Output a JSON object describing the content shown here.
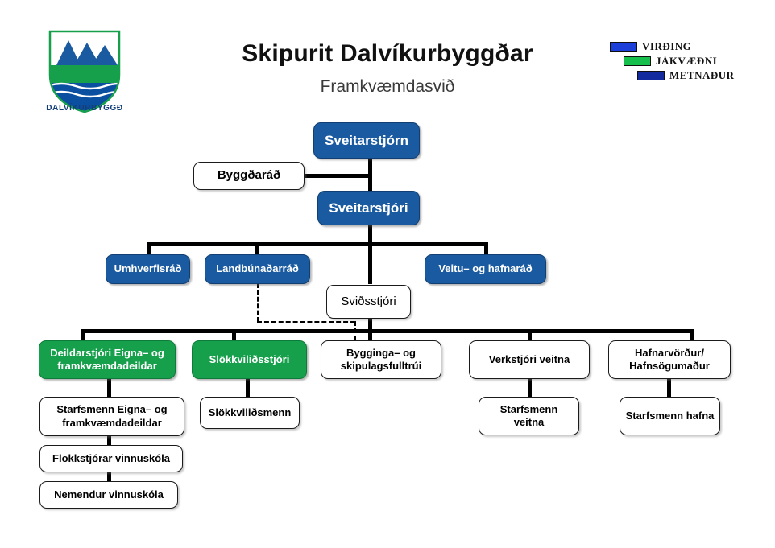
{
  "header": {
    "title": "Skipurit Dalvíkurbyggðar",
    "subtitle": "Framkvæmdasvið"
  },
  "crest_logo": {
    "name": "dalvikurbyggd-crest",
    "caption": "DALVÍKURBYGGÐ",
    "colors": {
      "mountains": "#1A5AA0",
      "field": "#17A04C",
      "water": "#0B4FA0",
      "outline": "#17A04C"
    }
  },
  "values_logo": {
    "name": "values-logo",
    "rows": [
      {
        "label": "VIRÐING",
        "color": "#1B3FD8"
      },
      {
        "label": "JÁKVÆÐNI",
        "color": "#17C04C"
      },
      {
        "label": "METNAÐUR",
        "color": "#122A9E"
      }
    ]
  },
  "palette": {
    "blue": "#1A5AA0",
    "green": "#17A04C",
    "white": "#FFFFFF",
    "line": "#000000"
  },
  "chart_data": {
    "type": "diagram",
    "diagram_kind": "org-chart",
    "title": "Skipurit Dalvíkurbyggðar",
    "subtitle": "Framkvæmdasvið",
    "nodes": [
      {
        "id": "sveitarstjorn",
        "label": "Sveitarstjórn",
        "style": "blue",
        "level": 0
      },
      {
        "id": "byggdarad",
        "label": "Byggðaráð",
        "style": "white",
        "level": 0
      },
      {
        "id": "sveitarstjori",
        "label": "Sveitarstjóri",
        "style": "blue",
        "level": 1
      },
      {
        "id": "umhverfisrad",
        "label": "Umhverfisráð",
        "style": "blue",
        "level": 2
      },
      {
        "id": "landbunadarrad",
        "label": "Landbúnaðarráð",
        "style": "blue",
        "level": 2
      },
      {
        "id": "veitu_hafnarad",
        "label": "Veitu– og hafnaráð",
        "style": "blue",
        "level": 2
      },
      {
        "id": "svidsstjori",
        "label": "Sviðsstjóri",
        "style": "plain",
        "level": 2
      },
      {
        "id": "deildarstjori",
        "label": "Deildarstjóri Eigna– og framkvæmdadeildar",
        "style": "green",
        "level": 3
      },
      {
        "id": "slokkvilidsstjori",
        "label": "Slökkviliðsstjóri",
        "style": "green",
        "level": 3
      },
      {
        "id": "bygginga",
        "label": "Bygginga– og skipulagsfulltrúi",
        "style": "white",
        "level": 3
      },
      {
        "id": "verkstjori_veitna",
        "label": "Verkstjóri veitna",
        "style": "white",
        "level": 3
      },
      {
        "id": "hafnarvordur",
        "label": "Hafnarvörður/ Hafnsögumaður",
        "style": "white",
        "level": 3
      },
      {
        "id": "starfsmenn_eigna",
        "label": "Starfsmenn Eigna– og framkvæmdadeildar",
        "style": "white",
        "level": 4
      },
      {
        "id": "slokkvilidsmenn",
        "label": "Slökkviliðsmenn",
        "style": "white",
        "level": 4
      },
      {
        "id": "starfsmenn_veitna",
        "label": "Starfsmenn veitna",
        "style": "white",
        "level": 4
      },
      {
        "id": "starfsmenn_hafna",
        "label": "Starfsmenn hafna",
        "style": "white",
        "level": 4
      },
      {
        "id": "flokkstjorar",
        "label": "Flokkstjórar vinnuskóla",
        "style": "white",
        "level": 5
      },
      {
        "id": "nemendur",
        "label": "Nemendur vinnuskóla",
        "style": "white",
        "level": 6
      }
    ],
    "edges": [
      {
        "from": "sveitarstjorn",
        "to": "sveitarstjori",
        "style": "solid"
      },
      {
        "from": "byggdarad",
        "to": "sveitarstjori",
        "style": "solid"
      },
      {
        "from": "sveitarstjori",
        "to": "umhverfisrad",
        "style": "solid"
      },
      {
        "from": "sveitarstjori",
        "to": "landbunadarrad",
        "style": "solid"
      },
      {
        "from": "sveitarstjori",
        "to": "veitu_hafnarad",
        "style": "solid"
      },
      {
        "from": "sveitarstjori",
        "to": "svidsstjori",
        "style": "solid"
      },
      {
        "from": "svidsstjori",
        "to": "deildarstjori",
        "style": "solid"
      },
      {
        "from": "svidsstjori",
        "to": "slokkvilidsstjori",
        "style": "solid"
      },
      {
        "from": "svidsstjori",
        "to": "bygginga",
        "style": "solid"
      },
      {
        "from": "svidsstjori",
        "to": "verkstjori_veitna",
        "style": "solid"
      },
      {
        "from": "svidsstjori",
        "to": "hafnarvordur",
        "style": "solid"
      },
      {
        "from": "landbunadarrad",
        "to": "bygginga",
        "style": "dashed"
      },
      {
        "from": "deildarstjori",
        "to": "starfsmenn_eigna",
        "style": "solid"
      },
      {
        "from": "slokkvilidsstjori",
        "to": "slokkvilidsmenn",
        "style": "solid"
      },
      {
        "from": "verkstjori_veitna",
        "to": "starfsmenn_veitna",
        "style": "solid"
      },
      {
        "from": "hafnarvordur",
        "to": "starfsmenn_hafna",
        "style": "solid"
      },
      {
        "from": "starfsmenn_eigna",
        "to": "flokkstjorar",
        "style": "solid"
      },
      {
        "from": "flokkstjorar",
        "to": "nemendur",
        "style": "solid"
      }
    ]
  },
  "nodes": {
    "sveitarstjorn": "Sveitarstjórn",
    "byggdarad": "Byggðaráð",
    "sveitarstjori": "Sveitarstjóri",
    "umhverfisrad": "Umhverfisráð",
    "landbunadarrad": "Landbúnaðarráð",
    "veitu_hafnarad": "Veitu– og hafnaráð",
    "svidsstjori": "Sviðsstjóri",
    "deildarstjori": "Deildarstjóri Eigna– og framkvæmdadeildar",
    "slokkvilidsstjori": "Slökkviliðsstjóri",
    "bygginga": "Bygginga– og skipulagsfulltrúi",
    "verkstjori_veitna": "Verkstjóri veitna",
    "hafnarvordur": "Hafnarvörður/ Hafnsögumaður",
    "starfsmenn_eigna": "Starfsmenn Eigna– og framkvæmdadeildar",
    "slokkvilidsmenn": "Slökkviliðsmenn",
    "starfsmenn_veitna": "Starfsmenn veitna",
    "starfsmenn_hafna": "Starfsmenn hafna",
    "flokkstjorar": "Flokkstjórar vinnuskóla",
    "nemendur": "Nemendur vinnuskóla"
  }
}
